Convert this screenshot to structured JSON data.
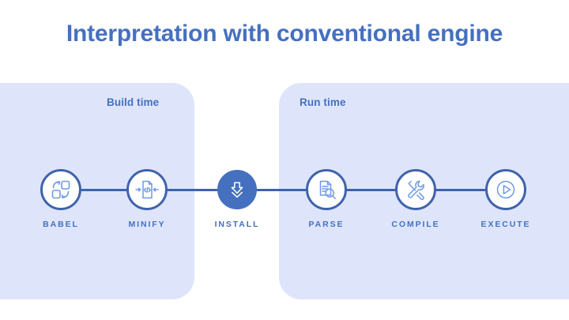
{
  "slide": {
    "title": "Interpretation with conventional engine",
    "background_color": "#ffffff",
    "accent_color": "#4570c0",
    "panel_color": "#dee5fb",
    "line_color": "#3f63ab",
    "icon_color": "#6e9ae8"
  },
  "panels": [
    {
      "id": "build",
      "label": "Build time"
    },
    {
      "id": "run",
      "label": "Run time"
    }
  ],
  "steps": [
    {
      "label": "BABEL",
      "icon": "transform-squares-icon",
      "style": "outline"
    },
    {
      "label": "MINIFY",
      "icon": "compress-code-file-icon",
      "style": "outline"
    },
    {
      "label": "INSTALL",
      "icon": "download-arrow-icon",
      "style": "filled"
    },
    {
      "label": "PARSE",
      "icon": "document-search-icon",
      "style": "outline"
    },
    {
      "label": "COMPILE",
      "icon": "wrench-screwdriver-icon",
      "style": "outline"
    },
    {
      "label": "EXECUTE",
      "icon": "play-circle-icon",
      "style": "outline"
    }
  ]
}
